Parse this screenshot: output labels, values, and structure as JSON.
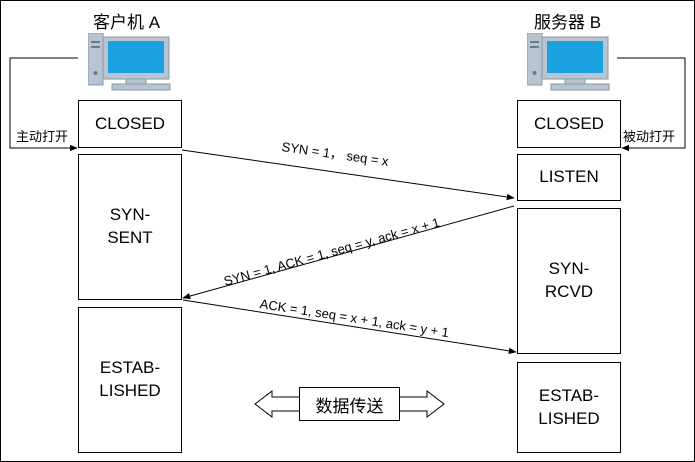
{
  "client": {
    "title": "客户机 A",
    "side_label": "主动打开",
    "states": [
      "CLOSED",
      "SYN-\nSENT",
      "ESTAB-\nLISHED"
    ]
  },
  "server": {
    "title": "服务器 B",
    "side_label": "被动打开",
    "states": [
      "CLOSED",
      "LISTEN",
      "SYN-\nRCVD",
      "ESTAB-\nLISHED"
    ]
  },
  "messages": [
    "SYN = 1， seq = x",
    "SYN = 1, ACK = 1, seq = y, ack = x + 1",
    "ACK = 1, seq = x + 1, ack = y + 1"
  ],
  "data_transfer_label": "数据传送",
  "colors": {
    "monitor": "#1ba1e2",
    "casing": "#b8c4d0",
    "line": "#000000"
  }
}
